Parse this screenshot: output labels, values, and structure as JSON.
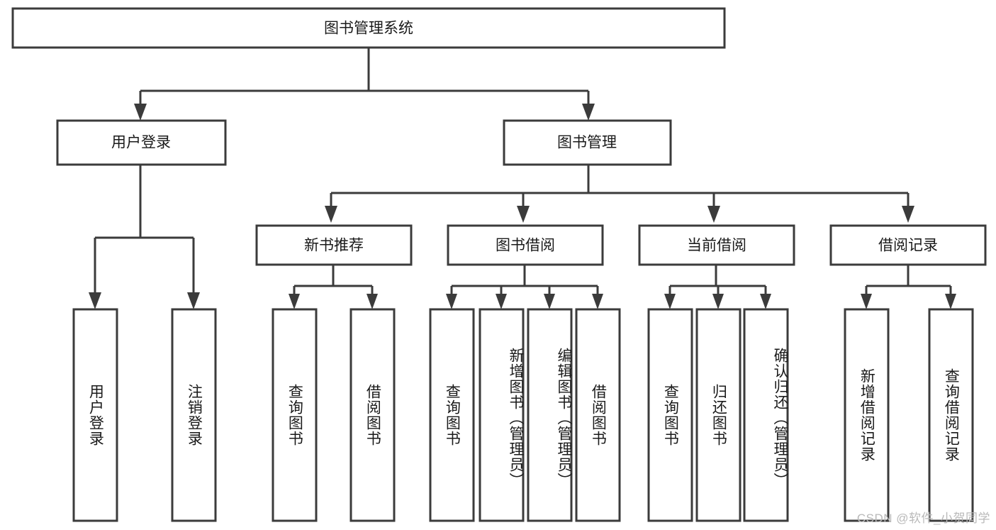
{
  "diagram": {
    "title": "图书管理系统",
    "watermark": "CSDN @软件_小贺同学",
    "colors": {
      "stroke": "#3b3b3b",
      "box_fill": "#ffffff",
      "text": "#1a1a1a",
      "background": "#ffffff",
      "watermark": "#b9b9b9"
    },
    "levels": {
      "root": {
        "label": "图书管理系统"
      },
      "level2": [
        {
          "label": "用户登录"
        },
        {
          "label": "图书管理"
        }
      ],
      "level3": [
        {
          "label": "新书推荐"
        },
        {
          "label": "图书借阅"
        },
        {
          "label": "当前借阅"
        },
        {
          "label": "借阅记录"
        }
      ],
      "leaves": {
        "user_login": [
          {
            "label": "用户登录"
          },
          {
            "label": "注销登录"
          }
        ],
        "new_book_recommend": [
          {
            "label": "查询图书"
          },
          {
            "label": "借阅图书"
          }
        ],
        "book_borrow": [
          {
            "label": "查询图书"
          },
          {
            "label": "新增图书（管理员）"
          },
          {
            "label": "编辑图书（管理员）"
          },
          {
            "label": "借阅图书"
          }
        ],
        "current_borrow": [
          {
            "label": "查询图书"
          },
          {
            "label": "归还图书"
          },
          {
            "label": "确认归还（管理员）"
          }
        ],
        "borrow_record": [
          {
            "label": "新增借阅记录"
          },
          {
            "label": "查询借阅记录"
          }
        ]
      }
    }
  }
}
